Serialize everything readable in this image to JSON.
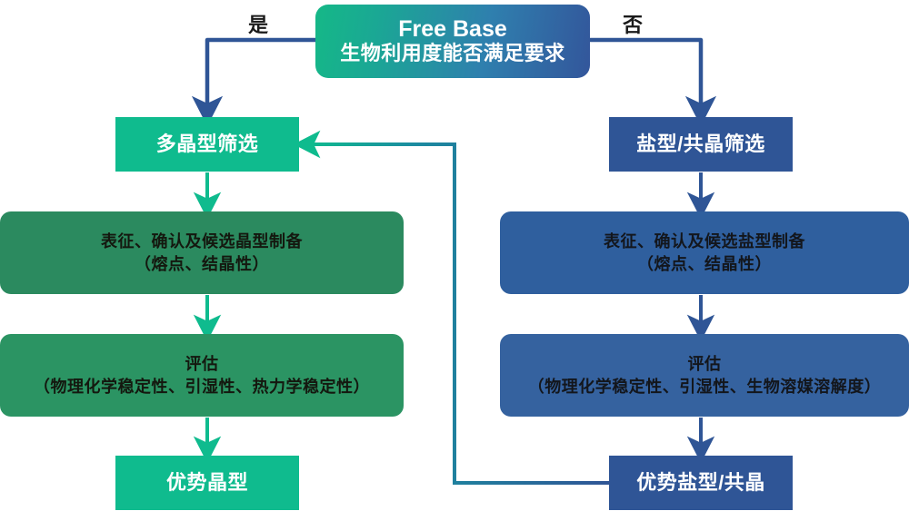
{
  "diagram": {
    "root": {
      "title_en": "Free Base",
      "title_cn": "生物利用度能否满足要求"
    },
    "branch_labels": {
      "yes": "是",
      "no": "否"
    },
    "left_branch": {
      "screen": "多晶型筛选",
      "characterization_line1": "表征、确认及候选晶型制备",
      "characterization_line2": "（熔点、结晶性）",
      "evaluation_line1": "评估",
      "evaluation_line2": "（物理化学稳定性、引湿性、热力学稳定性）",
      "result": "优势晶型"
    },
    "right_branch": {
      "screen": "盐型/共晶筛选",
      "characterization_line1": "表征、确认及候选盐型制备",
      "characterization_line2": "（熔点、结晶性）",
      "evaluation_line1": "评估",
      "evaluation_line2": "（物理化学稳定性、引湿性、生物溶媒溶解度）",
      "result": "优势盐型/共晶"
    },
    "colors": {
      "teal": "#0fbb8e",
      "green_dark": "#2b8a5f",
      "green_mid": "#2b9463",
      "blue": "#2f5596",
      "blue_mid": "#2f5f9e",
      "blue_light": "#35629f",
      "connector_navy": "#2f5596",
      "connector_teal": "#0fbb8e",
      "feedback_line": "#1b7d93",
      "text_light": "#ffffff",
      "text_dark": "#14180f"
    }
  }
}
